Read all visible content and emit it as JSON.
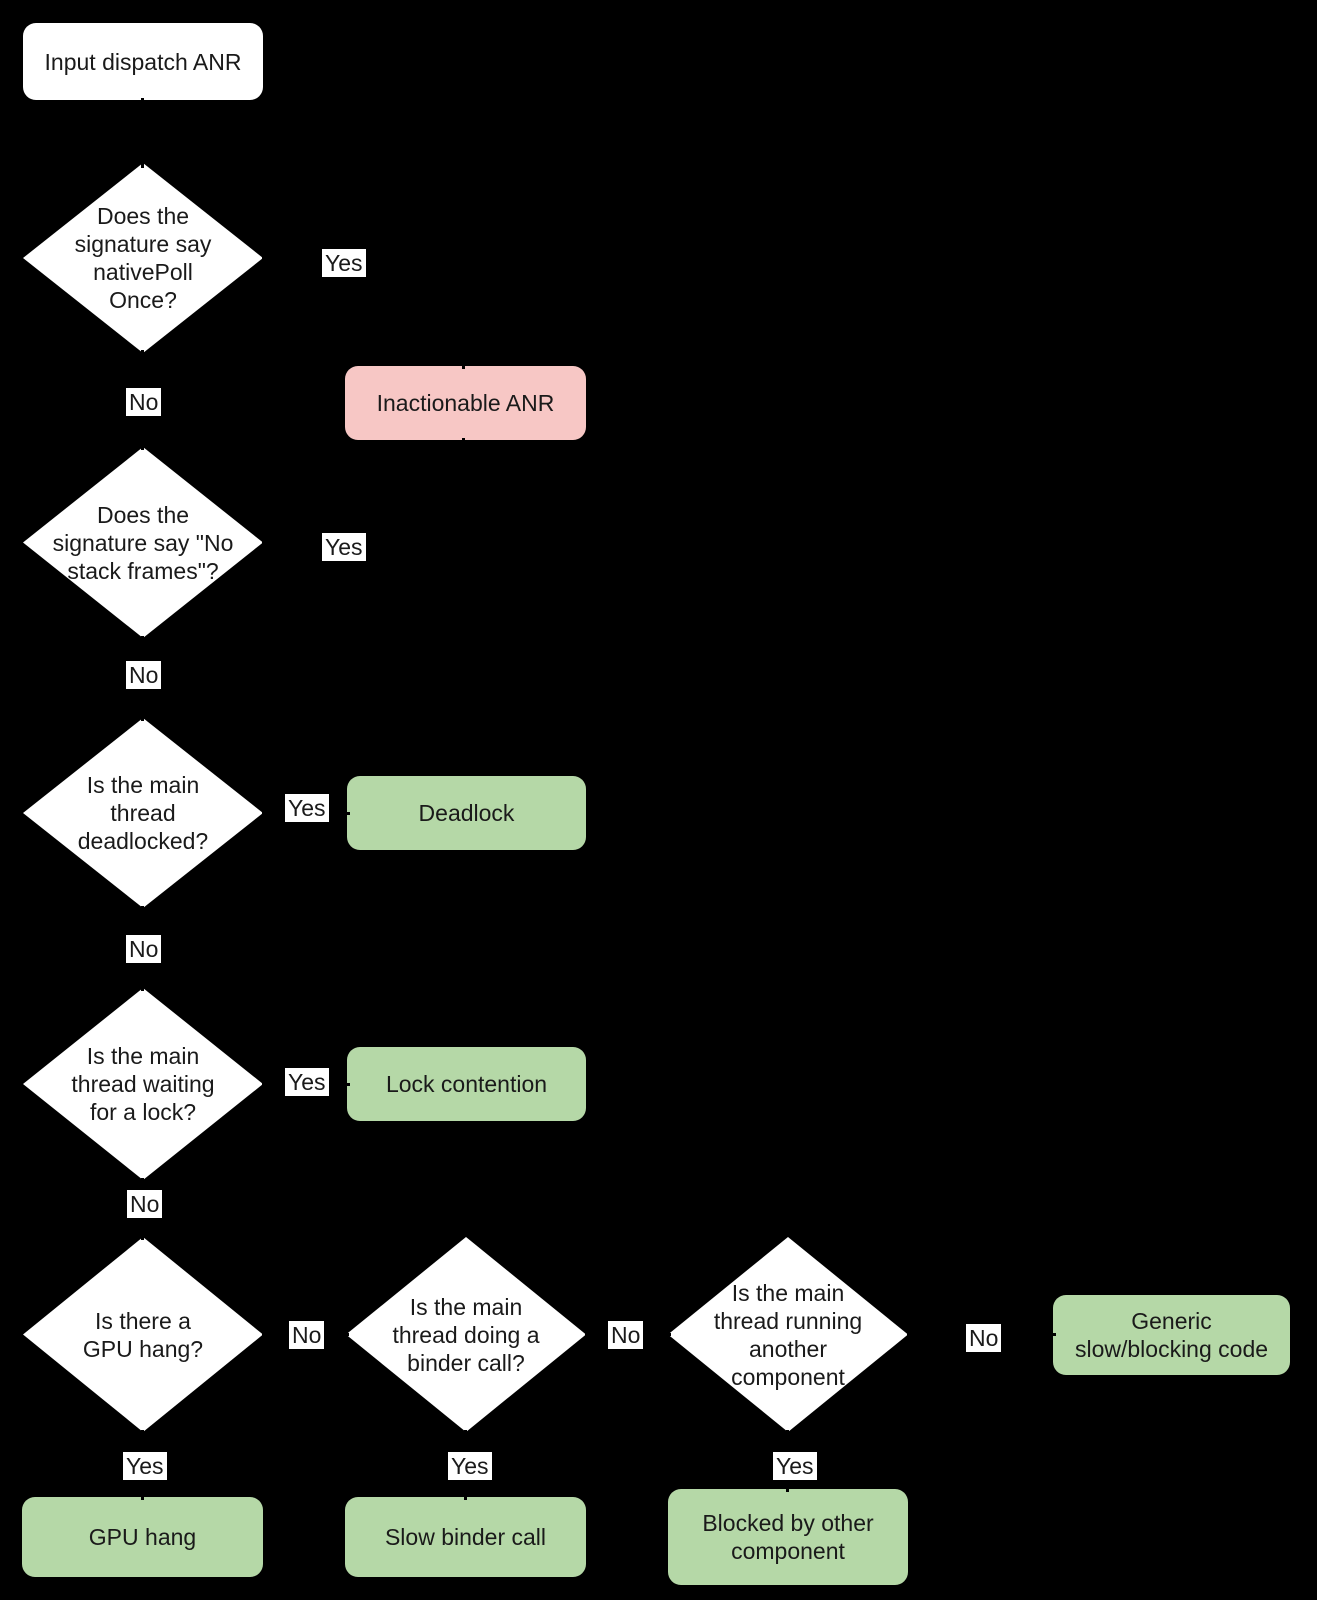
{
  "colors": {
    "background": "#000000",
    "decision_fill": "#ffffff",
    "start_fill": "#ffffff",
    "bad_outcome_fill": "#f7c7c5",
    "good_outcome_fill": "#b5d8a7",
    "text": "#1a1a1a",
    "edge_label_bg": "#ffffff"
  },
  "nodes": {
    "start": {
      "label": "Input dispatch ANR"
    },
    "d1": {
      "lines": [
        "Does the",
        "signature say",
        "nativePoll",
        "Once?"
      ]
    },
    "d2": {
      "lines": [
        "Does the",
        "signature say \"No",
        "stack frames\"?"
      ]
    },
    "d3": {
      "lines": [
        "Is the main",
        "thread",
        "deadlocked?"
      ]
    },
    "d4": {
      "lines": [
        "Is the main",
        "thread waiting",
        "for a lock?"
      ]
    },
    "d5": {
      "lines": [
        "Is there a",
        "GPU hang?"
      ]
    },
    "d6": {
      "lines": [
        "Is the main",
        "thread doing a",
        "binder call?"
      ]
    },
    "d7": {
      "lines": [
        "Is the main",
        "thread running",
        "another",
        "component"
      ]
    },
    "inactionable": {
      "label": "Inactionable ANR"
    },
    "deadlock": {
      "label": "Deadlock"
    },
    "lock_contention": {
      "label": "Lock contention"
    },
    "gpu_hang": {
      "label": "GPU hang"
    },
    "slow_binder": {
      "label": "Slow binder call"
    },
    "blocked_other": {
      "lines": [
        "Blocked by other",
        "component"
      ]
    },
    "generic": {
      "lines": [
        "Generic",
        "slow/blocking code"
      ]
    }
  },
  "edge_labels": {
    "yes1": "Yes",
    "no1": "No",
    "yes2": "Yes",
    "no2": "No",
    "yes3": "Yes",
    "no3": "No",
    "yes4": "Yes",
    "no4": "No",
    "no5": "No",
    "yes5": "Yes",
    "no6": "No",
    "yes6": "Yes",
    "no7": "No",
    "yes7": "Yes"
  }
}
